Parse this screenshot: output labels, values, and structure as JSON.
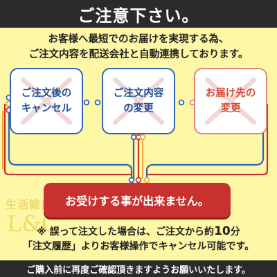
{
  "title": "ご注意下さい。",
  "intro": {
    "line1": "お客様へ最短でのお届けを実現する為、",
    "line2": "ご注文内容を配送会社と自動連携しております。"
  },
  "cards": [
    {
      "line1": "ご注文後の",
      "line2": "キャンセル"
    },
    {
      "line1": "ご注文内容",
      "line2": "の変更"
    },
    {
      "line1": "お届け先の",
      "line2": "変更"
    }
  ],
  "alert": "お受けする事が出来ません。",
  "watermark": {
    "jp": "生活雑貨",
    "logo": "L&C"
  },
  "note": {
    "line1_prefix": "※ 誤って注文した場合は、ご注文から約",
    "line1_num": "10",
    "line1_suffix": "分",
    "line2": "「注文履歴」よりお客様操作でキャンセル可能です。"
  },
  "footer": "ご購入前に再度ご確認頂きますようお願いいたします。",
  "colors": {
    "background": "#fdf7a6",
    "dark_bar": "#2b2b2b",
    "blue": "#2e66b5",
    "red": "#c9312f",
    "pink": "#e58477",
    "orange": "#f2a93b",
    "cross": "#f1d6d6"
  }
}
